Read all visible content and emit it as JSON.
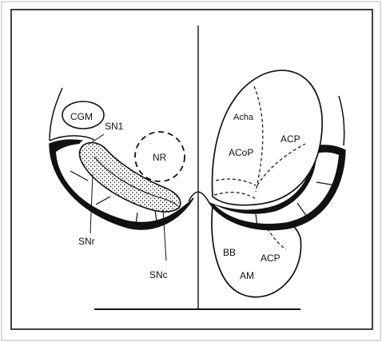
{
  "figure": {
    "labels": {
      "cgm": "CGM",
      "snl": "SN1",
      "nr": "NR",
      "snr": "SNr",
      "snc": "SNc",
      "acha": "Acha",
      "acop": "ACoP",
      "acp_upper": "ACP",
      "bb": "BB",
      "acp_lower": "ACP",
      "am": "AM"
    },
    "colors": {
      "ink": "#111111",
      "paper": "#ffffff",
      "frame": "#cfcfcf"
    }
  }
}
